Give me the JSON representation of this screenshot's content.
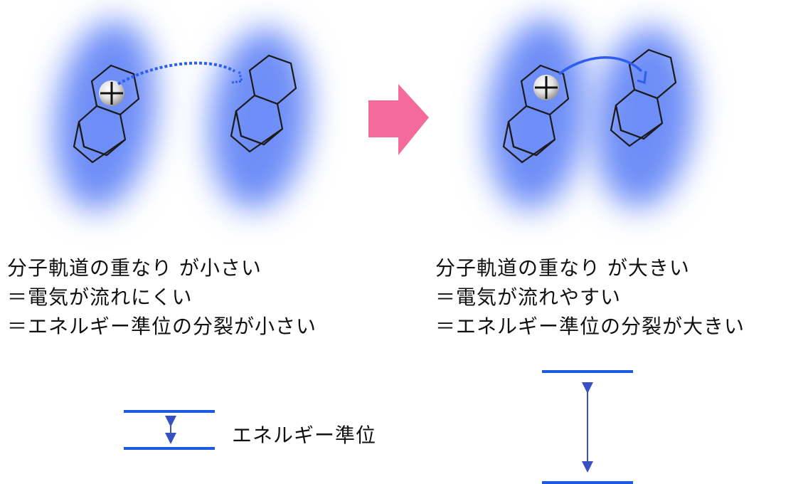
{
  "panels": [
    {
      "caption_lines": [
        "分子軌道の重なり が小さい",
        "＝電気が流れにくい",
        "＝エネルギー準位の分裂が小さい"
      ]
    },
    {
      "caption_lines": [
        "分子軌道の重なり が大きい",
        "＝電気が流れやすい",
        "＝エネルギー準位の分裂が大きい"
      ]
    }
  ],
  "energy_label": "エネルギー準位",
  "colors": {
    "orbital": "#6e8ef7",
    "arrow_transfer": "#2d5ef0",
    "arrow_big": "#f36a9b",
    "energy_level": "#1a5be0",
    "energy_arrow": "#3a4fc2",
    "text": "#111111"
  },
  "icons": [
    "hole-plus-icon",
    "right-arrow-icon",
    "curved-arrow-icon"
  ]
}
